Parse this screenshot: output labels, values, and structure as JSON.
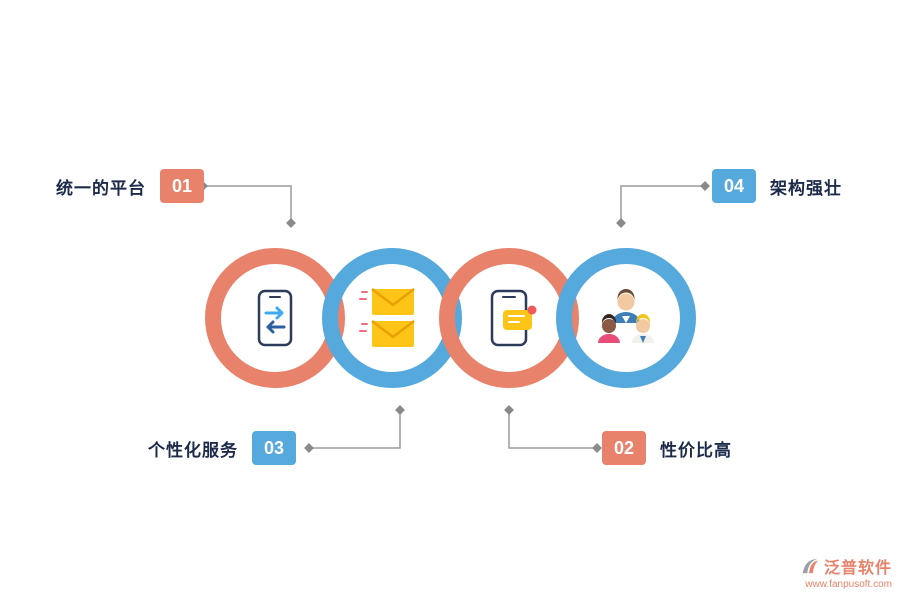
{
  "features": [
    {
      "id": "01",
      "label": "统一的平台",
      "badge_color": "#E8826B",
      "position": "top-left"
    },
    {
      "id": "04",
      "label": "架构强壮",
      "badge_color": "#55A9DD",
      "position": "top-right"
    },
    {
      "id": "03",
      "label": "个性化服务",
      "badge_color": "#55A9DD",
      "position": "bottom-left"
    },
    {
      "id": "02",
      "label": "性价比高",
      "badge_color": "#E8826B",
      "position": "bottom-right"
    }
  ],
  "rings": [
    {
      "index": 1,
      "color": "#E8826B",
      "icon": "phone-transfer-icon"
    },
    {
      "index": 2,
      "color": "#55A9DD",
      "icon": "mail-icon"
    },
    {
      "index": 3,
      "color": "#E8826B",
      "icon": "phone-chat-icon"
    },
    {
      "index": 4,
      "color": "#55A9DD",
      "icon": "team-icon"
    }
  ],
  "colors": {
    "salmon": "#E8826B",
    "blue": "#55A9DD",
    "label_text": "#1C2B4A",
    "connector_line": "#9B9B9B"
  },
  "watermark": {
    "brand": "泛普软件",
    "url": "www.fanpusoft.com",
    "color": "#E8826B"
  }
}
